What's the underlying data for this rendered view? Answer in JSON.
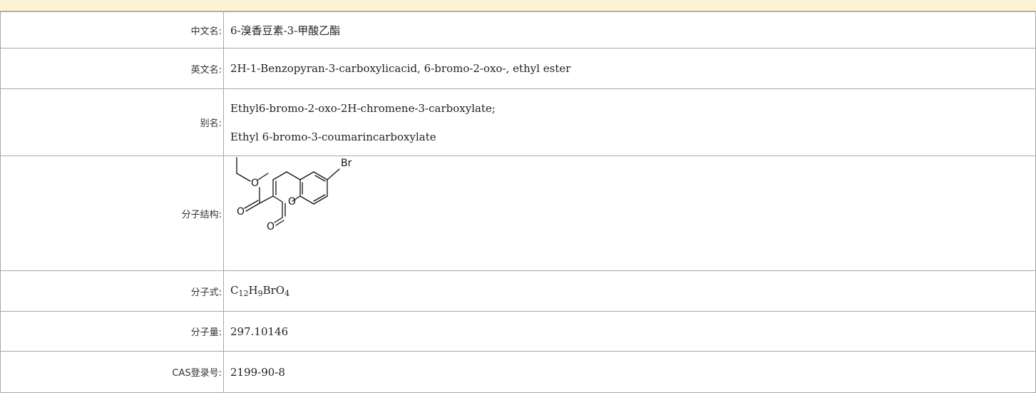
{
  "rows": {
    "cn_name": {
      "label": "中文名:",
      "value": "6-溴香豆素-3-甲酸乙酯"
    },
    "en_name": {
      "label": "英文名:",
      "value": "2H-1-Benzopyran-3-carboxylicacid, 6-bromo-2-oxo-, ethyl ester"
    },
    "alias": {
      "label": "别名:",
      "values": [
        "Ethyl6-bromo-2-oxo-2H-chromene-3-carboxylate;",
        "Ethyl 6-bromo-3-coumarincarboxylate"
      ]
    },
    "structure": {
      "label": "分子结构:",
      "atoms": {
        "br": "Br",
        "o_ether": "O",
        "o_carbonyl": "O",
        "o_ring": "O",
        "o_lactone": "O"
      }
    },
    "formula": {
      "label": "分子式:",
      "parts": {
        "c": "C",
        "c_n": "12",
        "h": "H",
        "h_n": "9",
        "rest": "BrO",
        "o_n": "4"
      }
    },
    "mass": {
      "label": "分子量:",
      "value": "297.10146"
    },
    "cas": {
      "label": "CAS登录号:",
      "value": "2199-90-8"
    }
  },
  "colors": {
    "header_bar": "#fdf3d4",
    "border": "#a8a8a8"
  }
}
